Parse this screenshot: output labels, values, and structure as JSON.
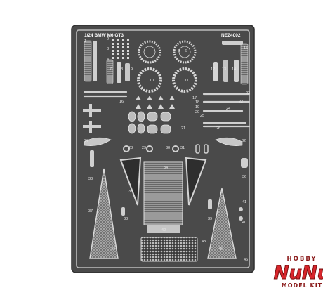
{
  "sheet": {
    "scale_title": "1/24 BMW M6 GT3",
    "product_code": "NEZ4002",
    "part_numbers": [
      "1",
      "2",
      "3",
      "4",
      "5",
      "6",
      "7",
      "8",
      "9",
      "10",
      "11",
      "12",
      "13",
      "14",
      "15",
      "16",
      "17",
      "18",
      "19",
      "20",
      "21",
      "22",
      "23",
      "24",
      "25",
      "26",
      "27",
      "28",
      "29",
      "30",
      "31",
      "32",
      "33",
      "34",
      "35",
      "36",
      "37",
      "38",
      "39",
      "40",
      "41",
      "42",
      "43",
      "44",
      "45",
      "46"
    ],
    "colors": {
      "background": "#ffffff",
      "sheet": "#4a4a4a",
      "frame": "#bfbfbf",
      "part": "#d0d0d0",
      "part_dark": "#2e2e2e"
    }
  },
  "brand": {
    "line1": "HOBBY",
    "logo": "NuNu",
    "line2": "MODEL KIT",
    "color_red": "#d9262c",
    "color_dark": "#8a1a1a"
  }
}
